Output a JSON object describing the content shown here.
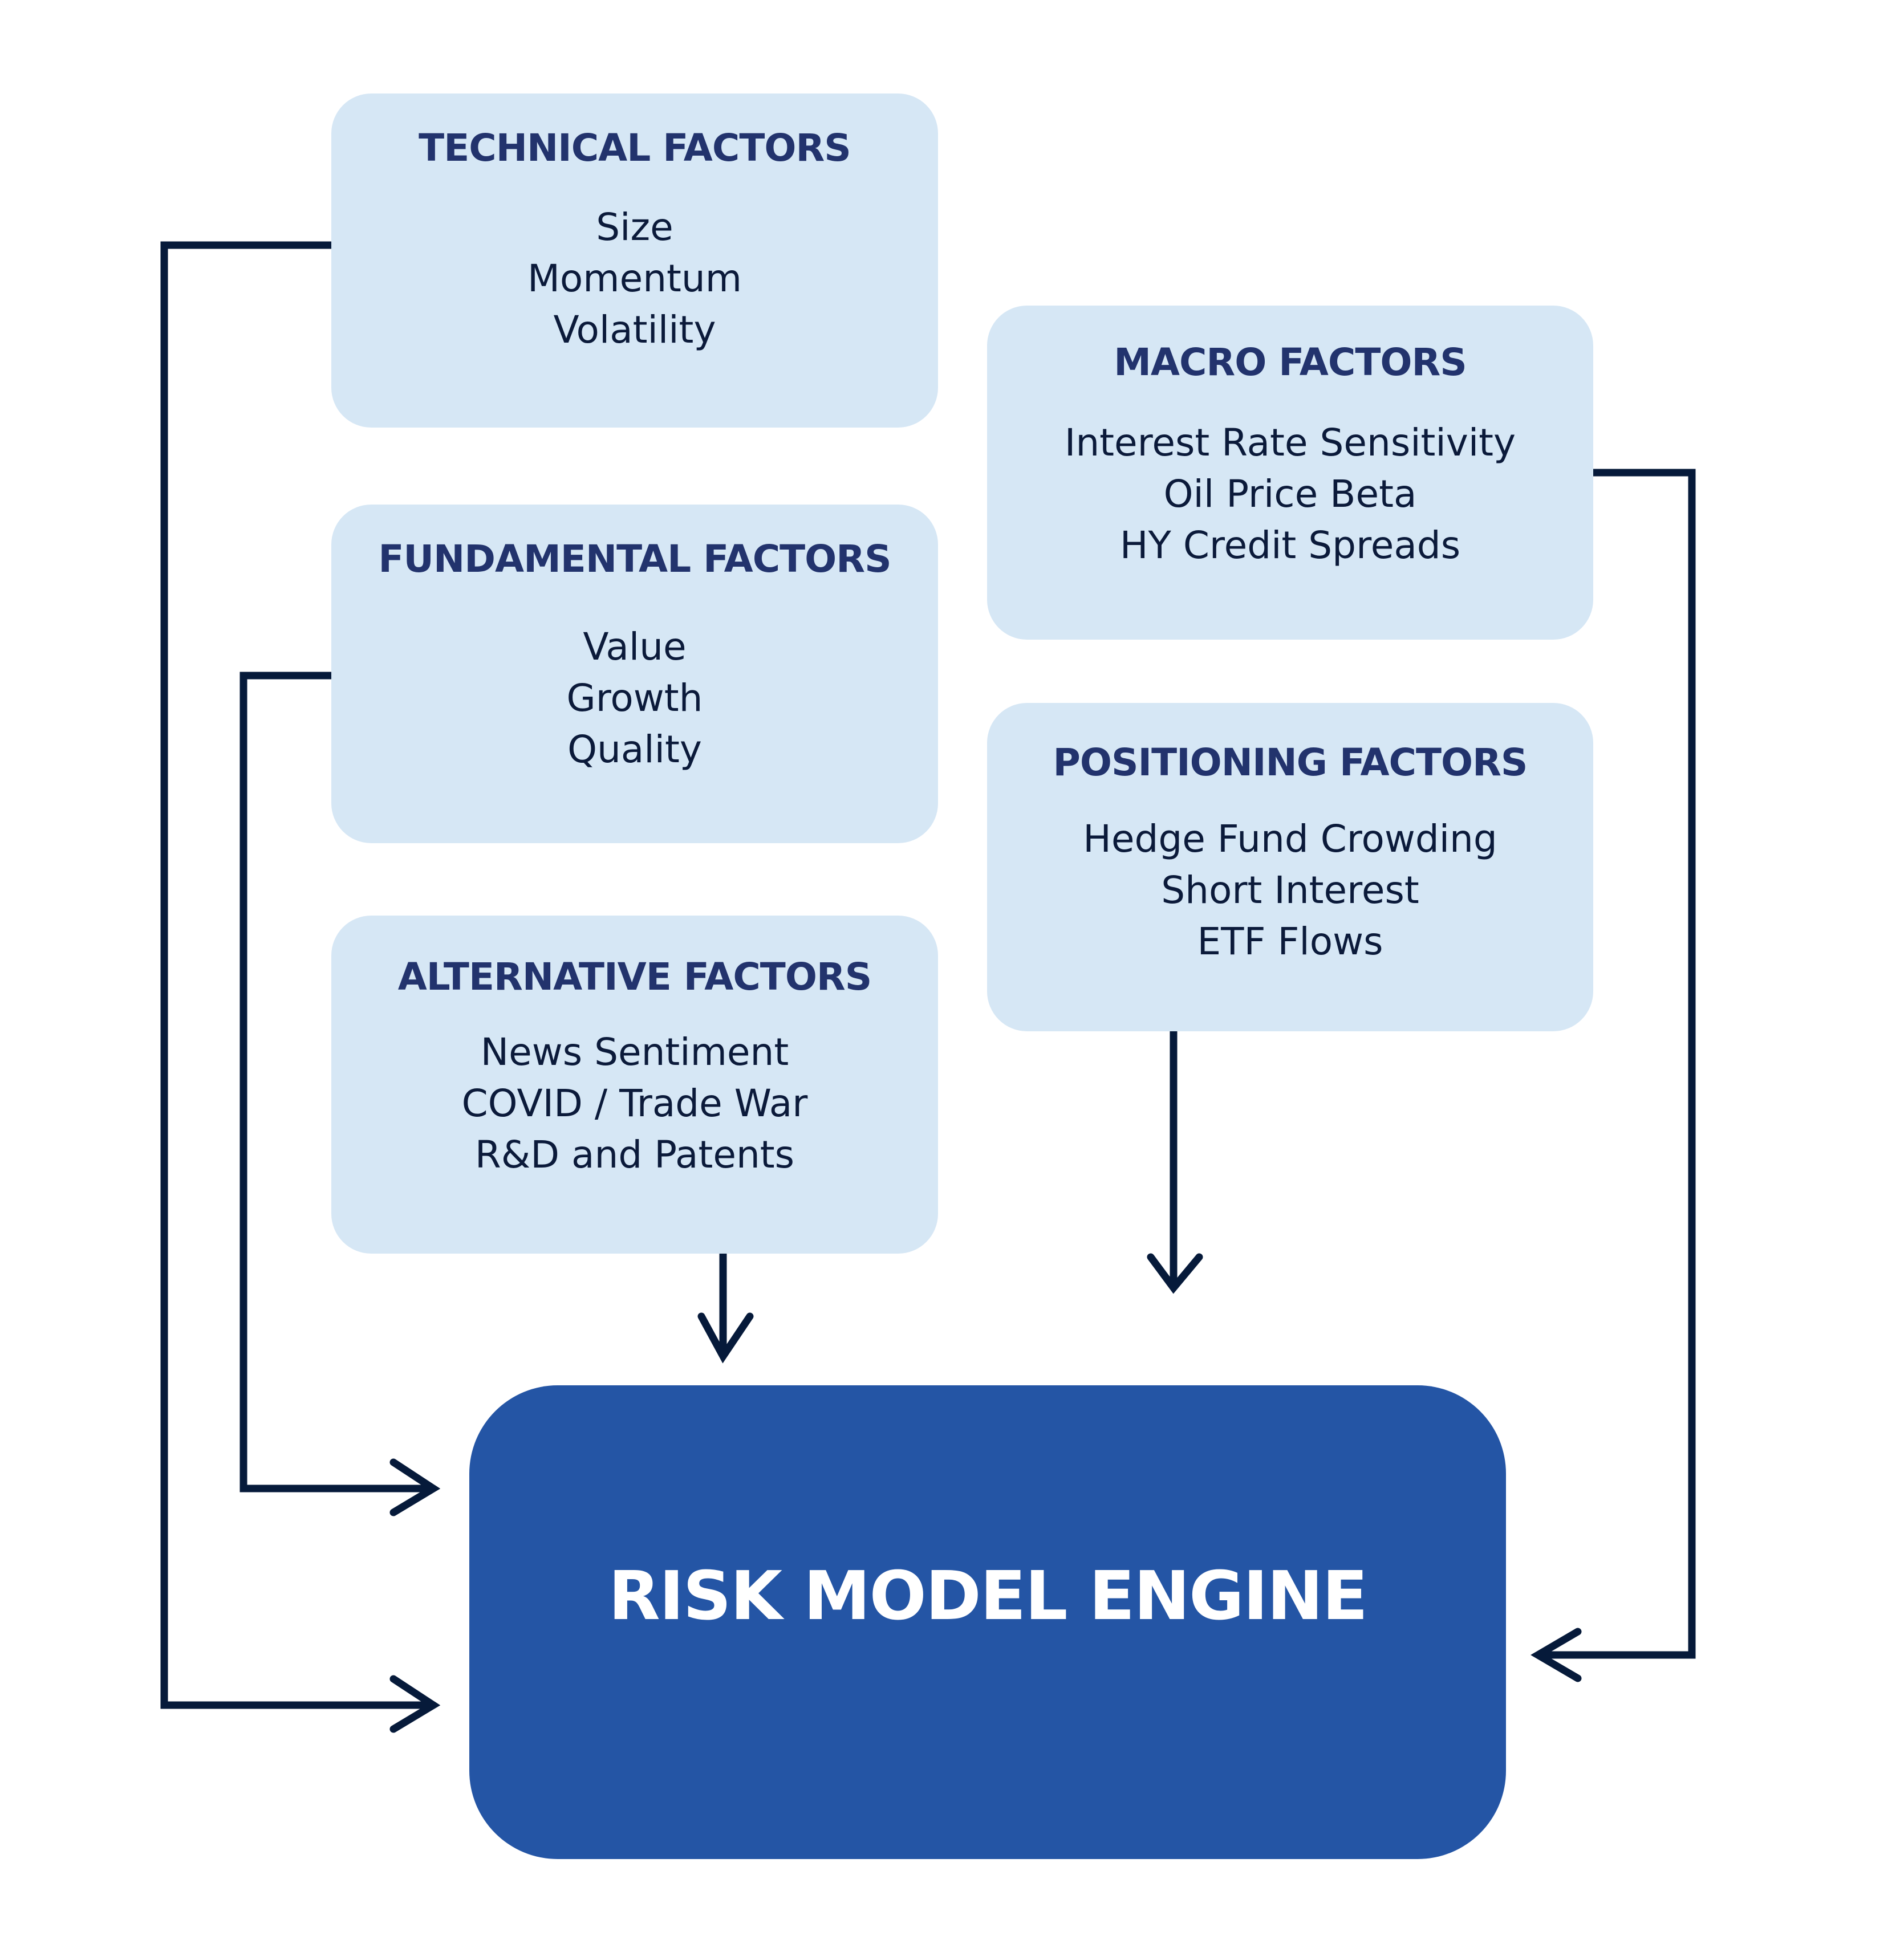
{
  "diagram": {
    "factor_groups": [
      {
        "id": "technical",
        "title": "TECHNICAL FACTORS",
        "items": [
          "Size",
          "Momentum",
          "Volatility"
        ]
      },
      {
        "id": "fundamental",
        "title": "FUNDAMENTAL FACTORS",
        "items": [
          "Value",
          "Growth",
          "Quality"
        ]
      },
      {
        "id": "alternative",
        "title": "ALTERNATIVE FACTORS",
        "items": [
          "News Sentiment",
          "COVID / Trade War",
          "R&D and Patents"
        ]
      },
      {
        "id": "macro",
        "title": "MACRO FACTORS",
        "items": [
          "Interest Rate Sensitivity",
          "Oil Price Beta",
          "HY Credit Spreads"
        ]
      },
      {
        "id": "positioning",
        "title": "POSITIONING FACTORS",
        "items": [
          "Hedge Fund Crowding",
          "Short Interest",
          "ETF Flows"
        ]
      }
    ],
    "engine": {
      "label": "RISK MODEL ENGINE"
    },
    "edges": [
      {
        "from": "technical",
        "to": "engine"
      },
      {
        "from": "fundamental",
        "to": "engine"
      },
      {
        "from": "alternative",
        "to": "engine"
      },
      {
        "from": "macro",
        "to": "engine"
      },
      {
        "from": "positioning",
        "to": "engine"
      }
    ],
    "colors": {
      "factor_box_fill": "#d6e7f5",
      "factor_title": "#22336d",
      "factor_item_text": "#0b1a3a",
      "engine_fill": "#2455a5",
      "engine_text": "#ffffff",
      "connector": "#061a3a"
    }
  }
}
